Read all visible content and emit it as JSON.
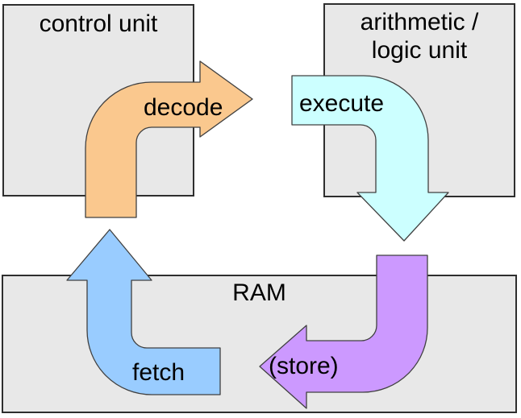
{
  "diagram": {
    "boxes": {
      "control_unit": {
        "label": "control unit",
        "fill": "#e8e8e8",
        "border": "#2e2e2e"
      },
      "alu": {
        "label_line1": "arithmetic /",
        "label_line2": "logic unit",
        "fill": "#e8e8e8",
        "border": "#2e2e2e"
      },
      "ram": {
        "label": "RAM",
        "fill": "#e8e8e8",
        "border": "#2e2e2e"
      }
    },
    "arrows": {
      "decode": {
        "label": "decode",
        "color": "#fac88e",
        "outline": "#404040",
        "from": "control unit",
        "to": "arithmetic / logic unit"
      },
      "execute": {
        "label": "execute",
        "color": "#ccffff",
        "outline": "#404040",
        "from": "arithmetic / logic unit",
        "to": "RAM"
      },
      "store": {
        "label": "(store)",
        "color": "#cc99ff",
        "outline": "#404040",
        "from": "arithmetic / logic unit",
        "to": "RAM"
      },
      "fetch": {
        "label": "fetch",
        "color": "#99ccff",
        "outline": "#404040",
        "from": "RAM",
        "to": "control unit"
      }
    },
    "background": "#ffffff"
  }
}
